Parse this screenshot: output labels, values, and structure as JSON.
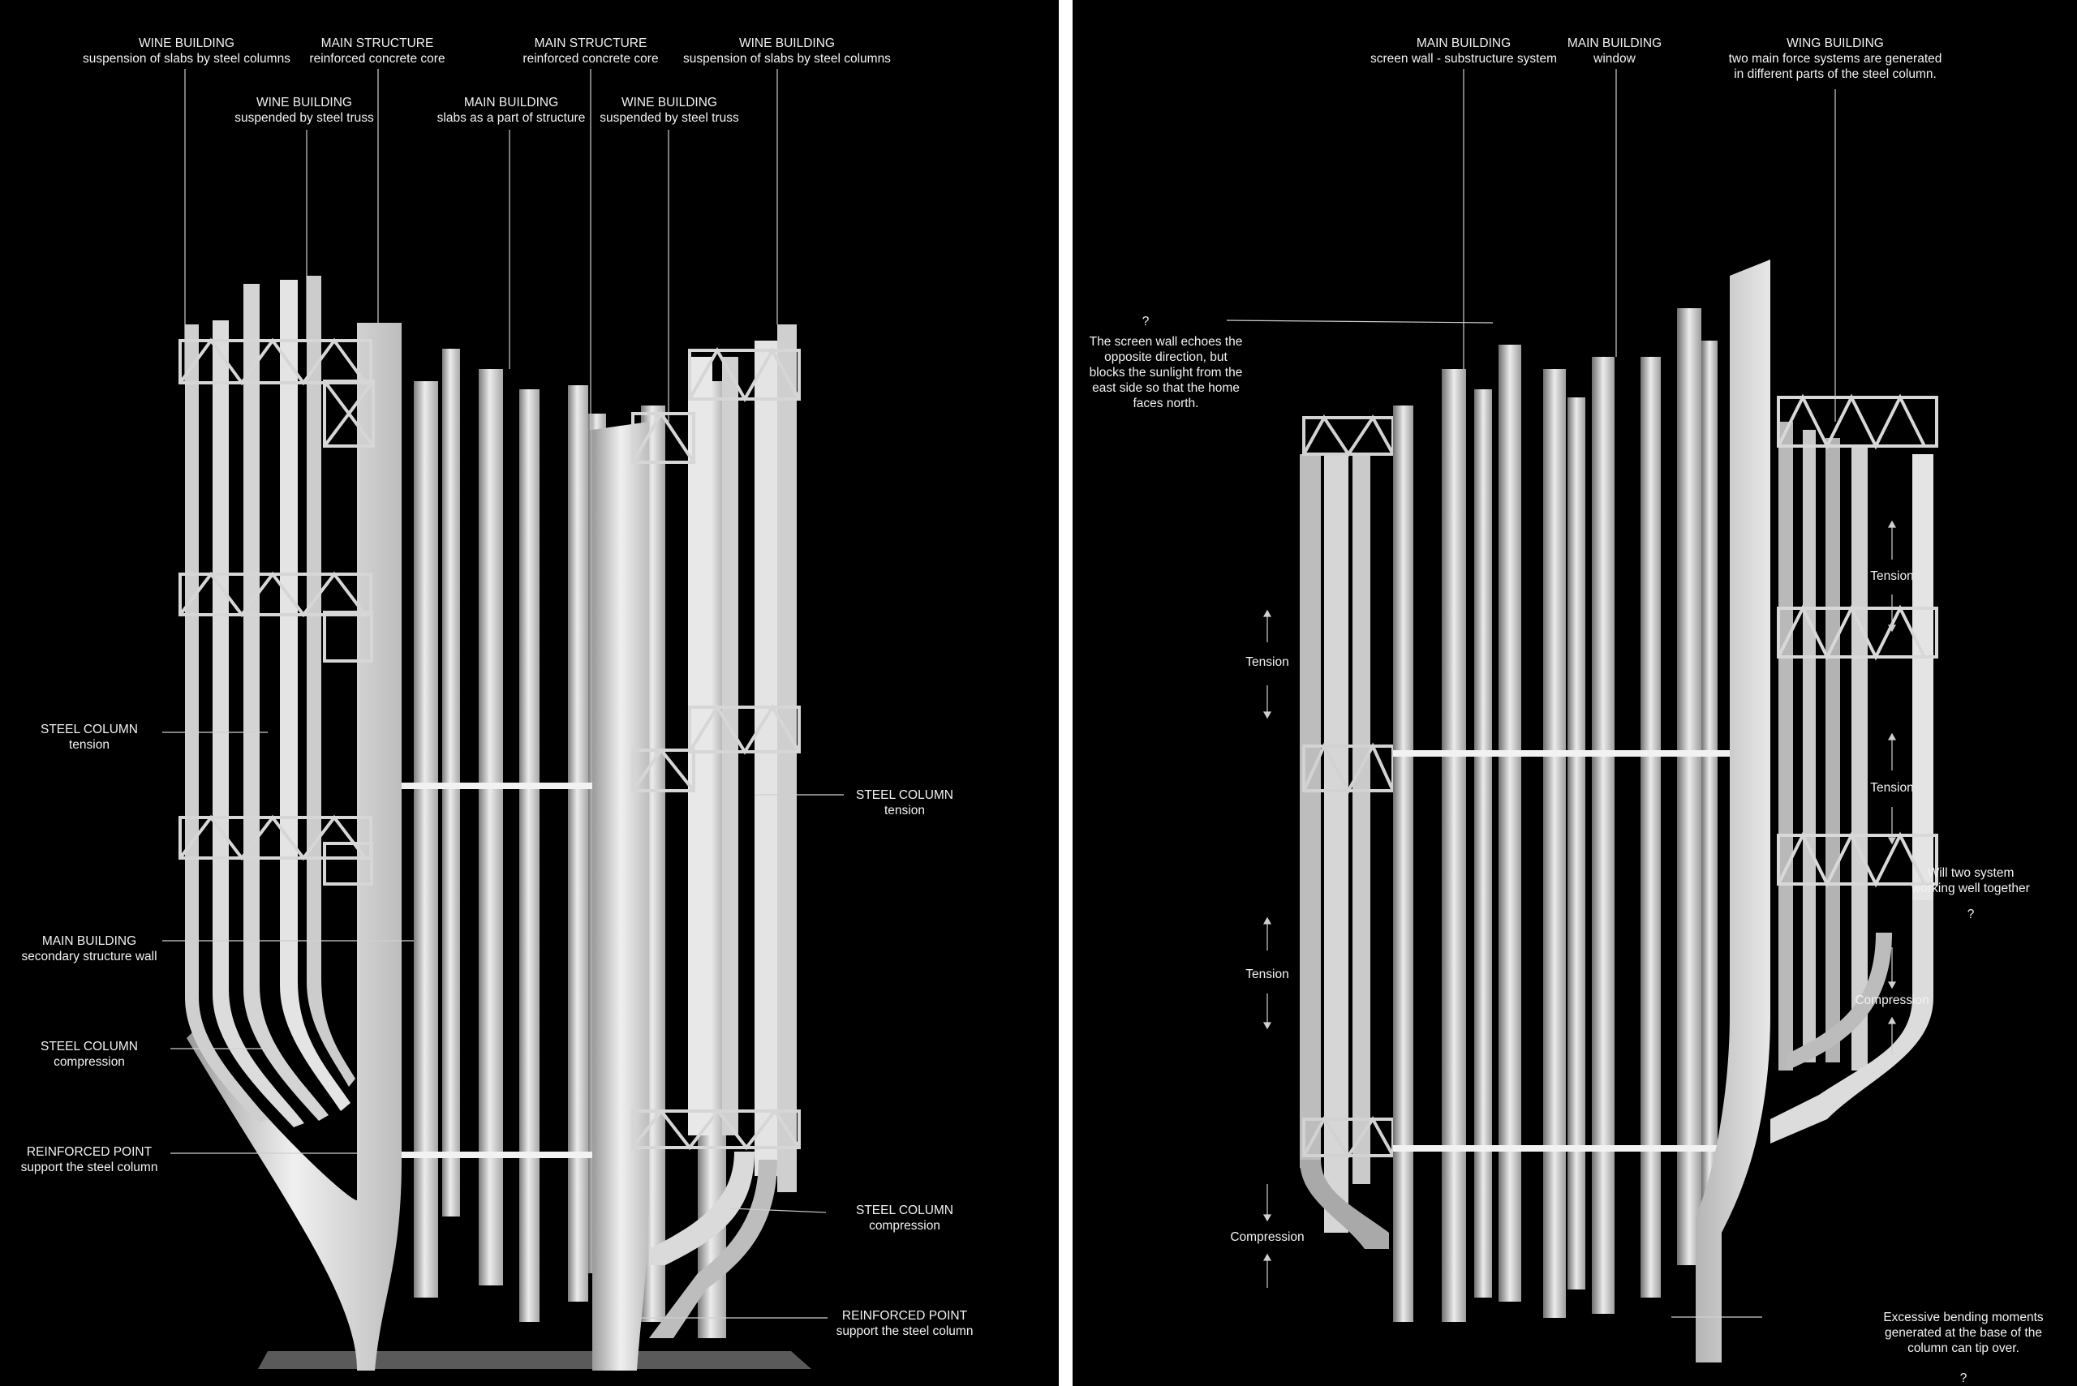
{
  "left": {
    "labels": {
      "wine_slabs_l": {
        "title": "WINE BUILDING",
        "sub": "suspension of slabs by steel columns"
      },
      "main_core_l": {
        "title": "MAIN STRUCTURE",
        "sub": "reinforced concrete core"
      },
      "main_core_r": {
        "title": "MAIN STRUCTURE",
        "sub": "reinforced concrete core"
      },
      "wine_slabs_r": {
        "title": "WINE BUILDING",
        "sub": "suspension of slabs by steel columns"
      },
      "wine_truss_l": {
        "title": "WINE BUILDING",
        "sub": "suspended by steel truss"
      },
      "main_slabs": {
        "title": "MAIN BUILDING",
        "sub": "slabs as a part of structure"
      },
      "wine_truss_r": {
        "title": "WINE BUILDING",
        "sub": "suspended by steel truss"
      },
      "steel_tension_l": {
        "title": "STEEL COLUMN",
        "sub": "tension"
      },
      "steel_tension_r": {
        "title": "STEEL COLUMN",
        "sub": "tension"
      },
      "secondary_wall": {
        "title": "MAIN BUILDING",
        "sub": "secondary structure wall"
      },
      "steel_compression_l": {
        "title": "STEEL COLUMN",
        "sub": "compression"
      },
      "steel_compression_r": {
        "title": "STEEL COLUMN",
        "sub": "compression"
      },
      "reinforced_l": {
        "title": "REINFORCED POINT",
        "sub": "support the steel column"
      },
      "reinforced_r": {
        "title": "REINFORCED POINT",
        "sub": "support the steel column"
      }
    }
  },
  "right": {
    "labels": {
      "screen_wall": {
        "title": "MAIN BUILDING",
        "sub": "screen wall - substructure system"
      },
      "window": {
        "title": "MAIN BUILDING",
        "sub": "window"
      },
      "wing_building": {
        "title": "WING BUILDING",
        "sub": "two main force systems are generated",
        "sub2": "in different parts of the steel column."
      }
    },
    "question_mark": "?",
    "screen_note": "The screen wall echoes the opposite direction, but blocks the sunlight from the east side so that the home faces north.",
    "forces": {
      "tension_left_1": "Tension",
      "tension_left_2": "Tension",
      "compression_left": "Compression",
      "tension_right_1": "Tension",
      "tension_right_2": "Tension",
      "compression_right": "Compression"
    },
    "question_note": "Will two system working well together",
    "question_mark_2": "?",
    "bending_note": "Excessive bending moments generated at the base of the column can tip over.",
    "question_mark_3": "?"
  },
  "colors": {
    "background": "#000000",
    "model": "#e6e6e6",
    "text": "#f2f2f2",
    "divider": "#ffffff"
  }
}
